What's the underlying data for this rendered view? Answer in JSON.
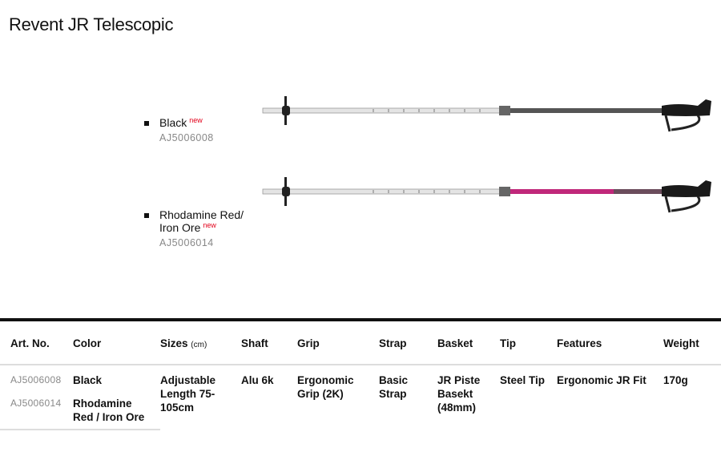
{
  "title": "Revent JR Telescopic",
  "variants": [
    {
      "name": "Black",
      "badge": "new",
      "art": "AJ5006008",
      "shaft_color": "#555555"
    },
    {
      "name": "Rhodamine Red/",
      "name2": "Iron Ore",
      "badge": "new",
      "art": "AJ5006014",
      "shaft_color": "#c0287a"
    }
  ],
  "table": {
    "headers": [
      "Art. No.",
      "Color",
      "Sizes",
      "Shaft",
      "Grip",
      "Strap",
      "Basket",
      "Tip",
      "Features",
      "Weight"
    ],
    "sizes_unit": "(cm)",
    "rows": [
      {
        "art": "AJ5006008",
        "color": "Black"
      },
      {
        "art": "AJ5006014",
        "color": "Rhodamine Red / Iron Ore"
      }
    ],
    "shared": {
      "sizes": "Adjustable Length 75-105cm",
      "shaft": "Alu 6k",
      "grip": "Ergonomic Grip (2K)",
      "strap": "Basic Strap",
      "basket": "JR Piste Basekt (48mm)",
      "tip": "Steel Tip",
      "features": "Ergonomic JR Fit",
      "weight": "170g"
    }
  }
}
